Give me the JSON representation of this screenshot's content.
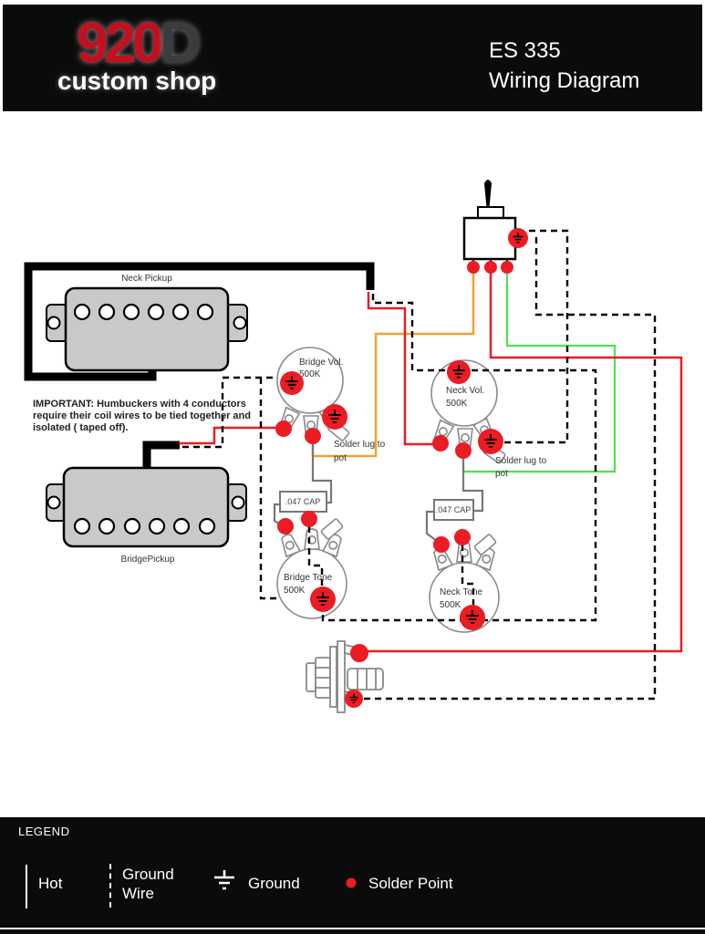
{
  "header": {
    "logo_920": "920",
    "logo_d": "D",
    "logo_sub": "custom shop",
    "title_line1": "ES 335",
    "title_line2": "Wiring Diagram"
  },
  "note": {
    "lines": [
      "IMPORTANT: Humbuckers with 4 conductors",
      "require their coil wires to be tied together and",
      "isolated ( taped off)."
    ]
  },
  "pickups": {
    "neck_label": "Neck Pickup",
    "bridge_label": "BridgePickup"
  },
  "pots": {
    "bridge_vol": {
      "name": "Bridge Vol.",
      "value": "500K"
    },
    "neck_vol": {
      "name": "Neck Vol.",
      "value": "500K"
    },
    "bridge_tone": {
      "name": "Bridge Tone",
      "value": "500K"
    },
    "neck_tone": {
      "name": "Neck Tone",
      "value": "500K"
    }
  },
  "caps": {
    "bridge": ".047 CAP",
    "neck": ".047 CAP"
  },
  "labels": {
    "solder_lug_line1": "Solder lug to",
    "solder_lug_line2": "pot"
  },
  "legend": {
    "title": "LEGEND",
    "hot": "Hot",
    "ground_wire_line1": "Ground",
    "ground_wire_line2": "Wire",
    "ground": "Ground",
    "solder_point": "Solder Point"
  },
  "colors": {
    "hot": "#ec1c24",
    "orange": "#efa32f",
    "green": "#52e052",
    "ground_wire": "#000000",
    "solder_point": "#ec1c24"
  }
}
